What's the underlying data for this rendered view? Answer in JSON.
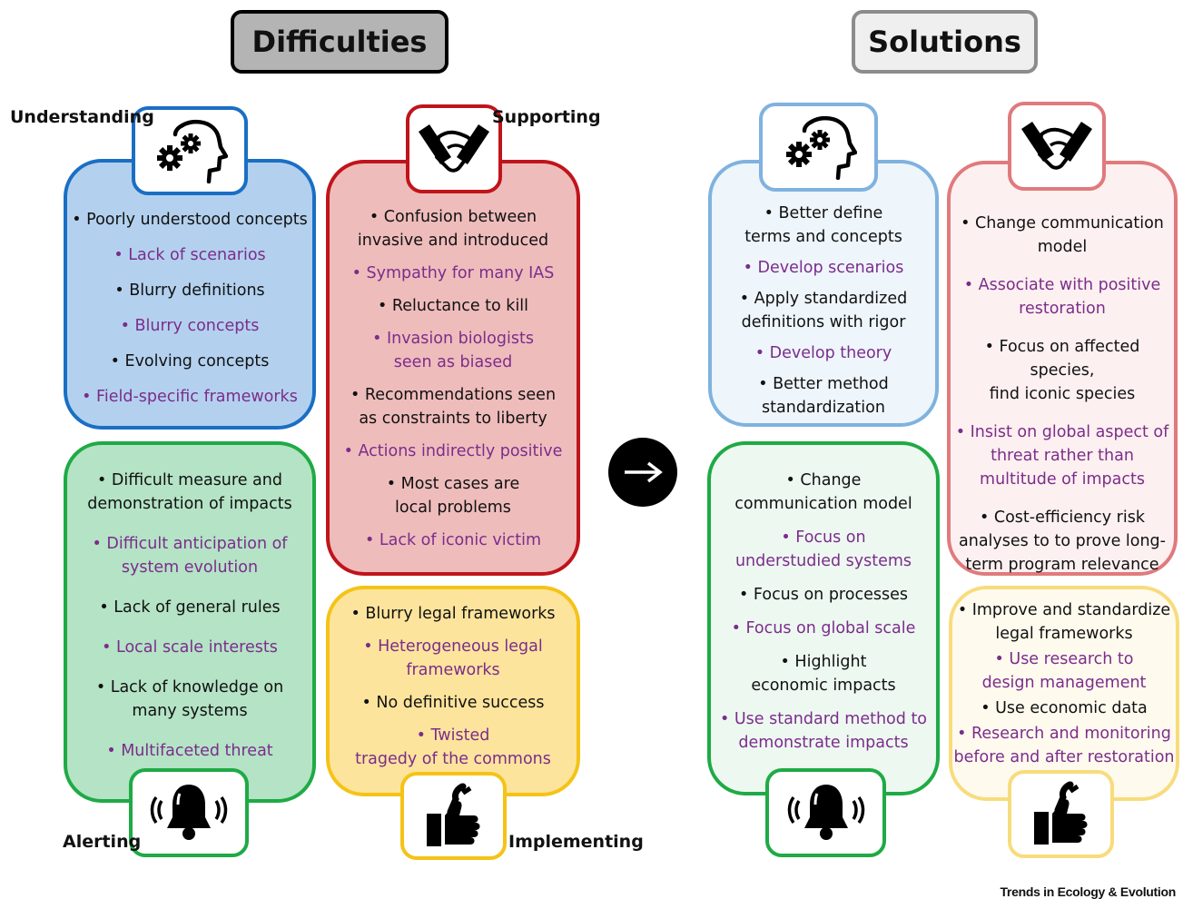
{
  "headers": {
    "difficulties": "Difficulties",
    "solutions": "Solutions"
  },
  "labels": {
    "understanding": "Understanding",
    "supporting": "Supporting",
    "alerting": "Alerting",
    "implementing": "Implementing"
  },
  "colors": {
    "understanding_border": "#1a6fc4",
    "understanding_fill": "#b3d1ee",
    "supporting_border": "#c0141b",
    "supporting_fill": "#efbcbc",
    "alerting_border": "#1faa45",
    "alerting_fill": "#b4e3c6",
    "implementing_border": "#f5c316",
    "implementing_fill": "#fde49c",
    "sol_understanding_border": "#7fb2df",
    "sol_understanding_fill": "#eef5fb",
    "sol_supporting_border": "#e07a7d",
    "sol_supporting_fill": "#fdf0f0",
    "sol_alerting_border": "#1faa45",
    "sol_alerting_fill": "#edf8f1",
    "sol_implementing_border": "#f8dc7c",
    "sol_implementing_fill": "#fefaee",
    "bullet_purple": "#7b2d8b"
  },
  "difficulties": {
    "understanding": [
      "• Poorly understood concepts",
      "• Lack of scenarios",
      "• Blurry definitions",
      "• Blurry concepts",
      "• Evolving concepts",
      "• Field-specific frameworks"
    ],
    "supporting": [
      "• Confusion between\ninvasive and introduced",
      "• Sympathy for many IAS",
      "• Reluctance to kill",
      "• Invasion biologists\nseen as biased",
      "• Recommendations seen\nas constraints to liberty",
      "• Actions indirectly positive",
      "• Most cases are\nlocal problems",
      "• Lack of iconic victim"
    ],
    "alerting": [
      "• Difficult measure and\ndemonstration of impacts",
      "• Difficult anticipation of\nsystem evolution",
      "• Lack of general rules",
      "• Local scale interests",
      "• Lack of knowledge on\nmany systems",
      "• Multifaceted threat"
    ],
    "implementing": [
      "• Blurry legal frameworks",
      "• Heterogeneous legal\nframeworks",
      "• No definitive success",
      "• Twisted\ntragedy of the commons"
    ]
  },
  "solutions": {
    "understanding": [
      "• Better define\nterms and concepts",
      "• Develop scenarios",
      "• Apply standardized\ndefinitions with rigor",
      "• Develop theory",
      "• Better method\nstandardization"
    ],
    "supporting": [
      "• Change communication\nmodel",
      "• Associate with positive\nrestoration",
      "• Focus on affected species,\nfind iconic species",
      "• Insist on global aspect of\nthreat rather than\nmultitude of impacts",
      "• Cost-efficiency risk\nanalyses to to prove long-\nterm program relevance"
    ],
    "alerting": [
      "• Change\ncommunication model",
      "• Focus on\nunderstudied systems",
      "• Focus on processes",
      "• Focus on global scale",
      "• Highlight\neconomic impacts",
      "• Use standard method to\ndemonstrate impacts"
    ],
    "implementing": [
      "• Improve and standardize\nlegal frameworks",
      "• Use research to\ndesign management",
      "• Use economic data",
      "• Research and monitoring\nbefore and after restoration"
    ]
  },
  "icons": {
    "understanding": "head-gears-icon",
    "supporting": "handshake-icon",
    "alerting": "bell-icon",
    "implementing": "thumbs-up-wrench-icon",
    "center": "arrow-right-icon"
  },
  "credit": "Trends in Ecology & Evolution"
}
